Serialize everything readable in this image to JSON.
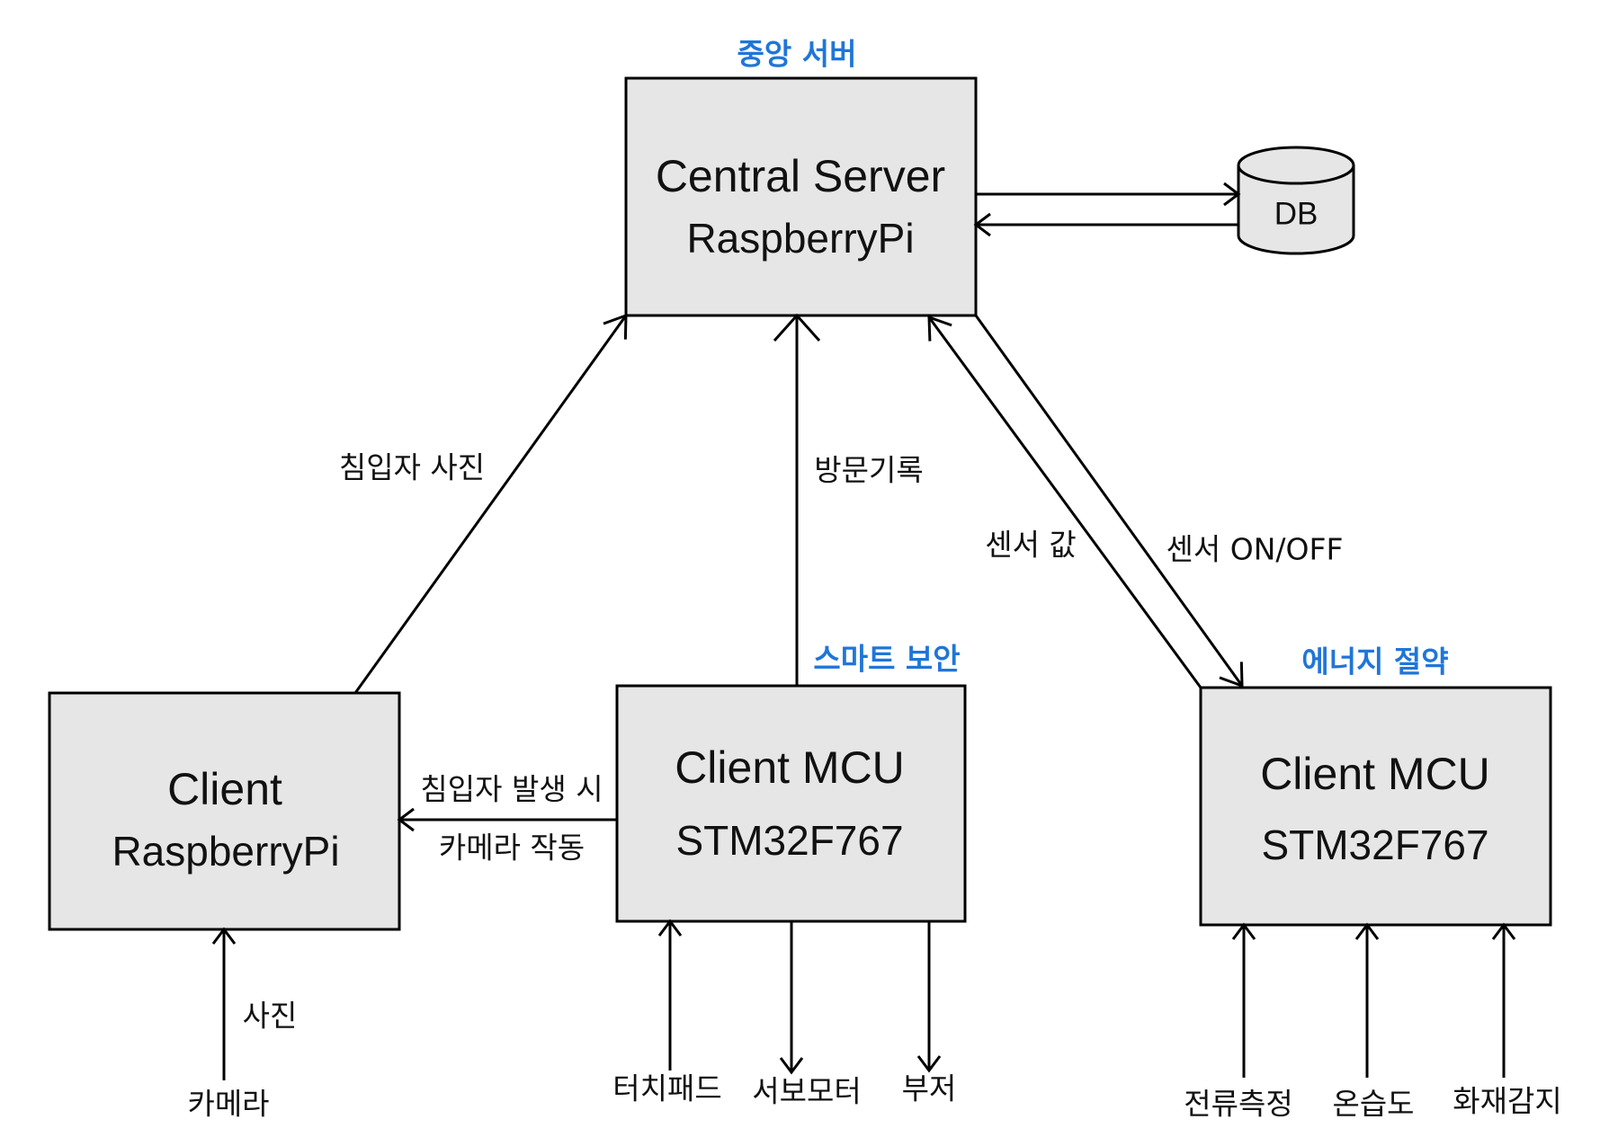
{
  "diagram": {
    "server": {
      "group_label": "중앙 서버",
      "title": "Central Server",
      "subtitle": "RaspberryPi"
    },
    "database": {
      "label": "DB"
    },
    "client_pi": {
      "title": "Client",
      "subtitle": "RaspberryPi"
    },
    "security_mcu": {
      "group_label": "스마트 보안",
      "title": "Client MCU",
      "subtitle": "STM32F767"
    },
    "energy_mcu": {
      "group_label": "에너지 절약",
      "title": "Client MCU",
      "subtitle": "STM32F767"
    },
    "edges": {
      "intruder_photo": "침입자 사진",
      "visit_log": "방문기록",
      "sensor_value": "센서 값",
      "sensor_onoff": "센서 ON/OFF",
      "camera_trigger": [
        "침입자 발생 시",
        "카메라 작동"
      ],
      "photo": "사진"
    },
    "peripherals": {
      "client_pi": [
        "카메라"
      ],
      "security_mcu": [
        "터치패드",
        "서보모터",
        "부저"
      ],
      "energy_mcu": [
        "전류측정",
        "온습도",
        "화재감지"
      ]
    }
  },
  "colors": {
    "group_label": "#1f76d8",
    "node_fill": "#e6e6e6",
    "stroke": "#000000",
    "text": "#111111"
  }
}
